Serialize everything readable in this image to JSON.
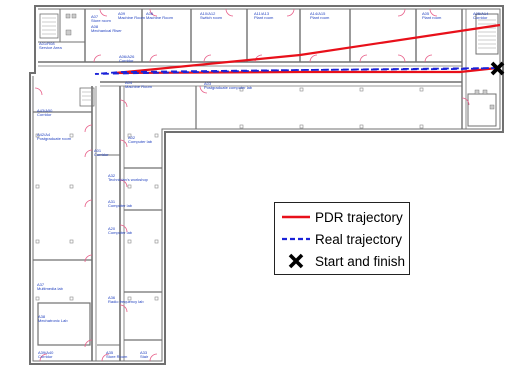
{
  "rooms": [
    {
      "code": "A07",
      "name": "Store room"
    },
    {
      "code": "A08",
      "name": "Mechanical Riser"
    },
    {
      "code": "A01/R08",
      "name": "Service Area"
    },
    {
      "code": "A09",
      "name": "Machine Room"
    },
    {
      "code": "A06",
      "name": "Machine Room"
    },
    {
      "code": "A10/A12",
      "name": "Switch room"
    },
    {
      "code": "A11/A13",
      "name": "Plant room"
    },
    {
      "code": "A14/A15",
      "name": "Plant room"
    },
    {
      "code": "A05",
      "name": "Plant room"
    },
    {
      "code": "A05/A14",
      "name": "Corridor"
    },
    {
      "code": "A06/A26",
      "name": "Corridor"
    },
    {
      "code": "A04",
      "name": "Machine Room"
    },
    {
      "code": "A03",
      "name": "Postgraduate computer lab"
    },
    {
      "code": "A43/A50",
      "name": "Corridor"
    },
    {
      "code": "A42/A4",
      "name": "Postgraduate room"
    },
    {
      "code": "A02",
      "name": "Computer lab"
    },
    {
      "code": "A01",
      "name": "Corridor"
    },
    {
      "code": "A32",
      "name": "Technician's workshop"
    },
    {
      "code": "A31",
      "name": "Computer lab"
    },
    {
      "code": "A20",
      "name": "Computer lab"
    },
    {
      "code": "A37",
      "name": "Multimedia lab"
    },
    {
      "code": "A36",
      "name": "Radio frequency lab"
    },
    {
      "code": "A38",
      "name": "Mechatronic Lab"
    },
    {
      "code": "A39/A40",
      "name": "Corridor"
    },
    {
      "code": "A35",
      "name": "Store Room"
    },
    {
      "code": "A33",
      "name": "Stair"
    }
  ],
  "legend": {
    "pdr": {
      "label": "PDR trajectory",
      "color": "#e8101a",
      "icon": "solid-line"
    },
    "real": {
      "label": "Real trajectory",
      "color": "#1a22d8",
      "icon": "dashed-line"
    },
    "start": {
      "label": "Start and finish",
      "color": "#000000",
      "icon": "x-marker"
    }
  },
  "colors": {
    "wall": "#707070",
    "door": "#e8608a",
    "room_label": "#1f3fbf"
  }
}
